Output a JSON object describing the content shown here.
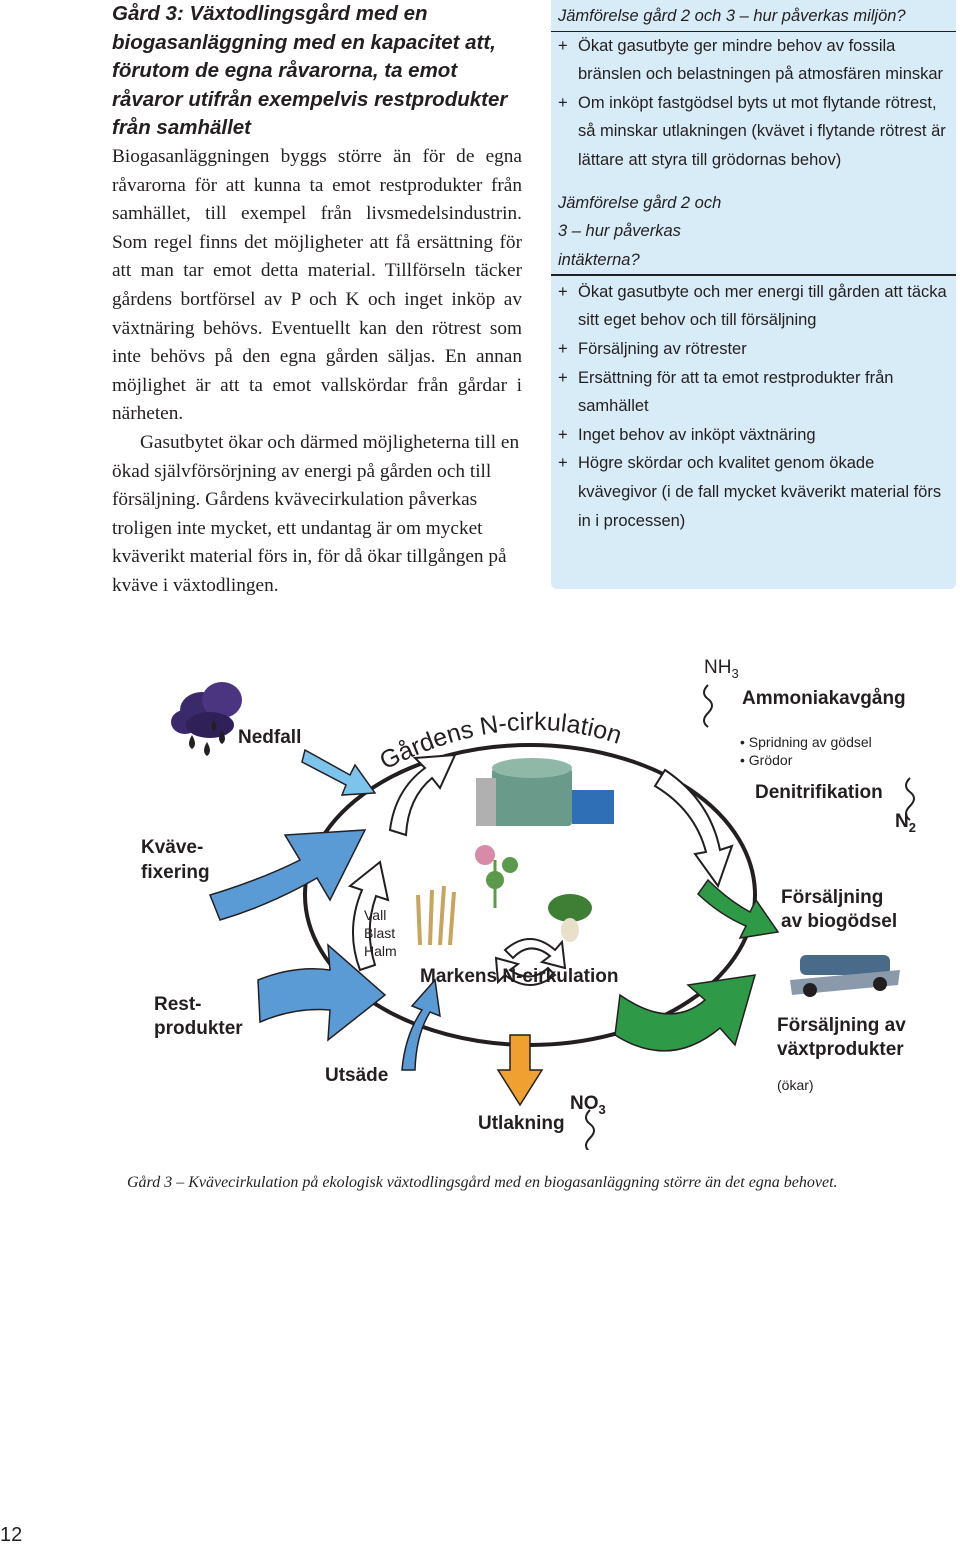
{
  "left_column": {
    "heading": "Gård 3: Växtodlingsgård med en biogasanläggning med en kapacitet att, förutom de egna råvarorna, ta emot råvaror utifrån exempelvis restprodukter från samhället",
    "paragraph1": "Biogasanläggningen byggs större än för de egna råvarorna för att kunna ta emot restprodukter från samhället, till exempel från livsmedelsindustrin. Som regel finns det möjligheter att få ersättning för att man tar emot detta material. Tillförseln täcker gårdens bortförsel av P och K och inget inköp av växtnäring behövs. Eventuellt kan den rötrest som inte behövs på den egna gården säljas. En annan möjlighet är att ta emot vallskördar från gårdar i närheten.",
    "paragraph2": "Gasutbytet ökar och därmed möjligheterna till en ökad självförsörjning av energi på gården och till försäljning. Gårdens kvävecirkulation påverkas troligen inte mycket, ett undantag är om mycket kväverikt material förs in, för då ökar tillgången på kväve i växtodlingen."
  },
  "infobox": {
    "section1_heading": "Jämförelse gård 2 och 3 – hur påverkas miljön?",
    "section1_items": [
      "Ökat gasutbyte ger mindre behov av fossila bränslen och belastningen på atmosfären minskar",
      "Om inköpt fastgödsel byts ut mot flytande rötrest, så minskar utlakningen (kvävet i flytande rötrest är lättare att styra till grödornas behov)"
    ],
    "section2_heading": "Jämförelse gård 2 och 3 – hur påverkas intäkterna?",
    "section2_items": [
      "Ökat gasutbyte och mer energi till gården att täcka sitt eget behov och till försäljning",
      "Försäljning av rötrester",
      "Ersättning för att ta emot restprodukter från samhället",
      "Inget behov av inköpt växtnäring",
      "Högre skördar och kvalitet genom ökade kvävegivor (i de fall mycket kväverikt material förs in i processen)"
    ],
    "plus_sign": "+"
  },
  "diagram": {
    "title_arc": "Gårdens N-cirkulation",
    "inner_title": "Markens N-cirkulation",
    "nedfall": "Nedfall",
    "kvavefixering_line1": "Kväve-",
    "kvavefixering_line2": "fixering",
    "restprodukter_line1": "Rest-",
    "restprodukter_line2": "produkter",
    "utsade": "Utsäde",
    "utlakning": "Utlakning",
    "no3_main": "NO",
    "no3_sub": "3",
    "nh3_main": "NH",
    "nh3_sub": "3",
    "ammoniak": "Ammoniakavgång",
    "ammoniak_items": [
      "• Spridning av gödsel",
      "• Grödor"
    ],
    "denitrifikation": "Denitrifikation",
    "n2_main": "N",
    "n2_sub": "2",
    "biogodsel_line1": "Försäljning",
    "biogodsel_line2": "av biogödsel",
    "vaxtprodukter_line1": "Försäljning av",
    "vaxtprodukter_line2": "växtprodukter",
    "vaxtprodukter_note": "(ökar)",
    "crops": [
      "Vall",
      "Blast",
      "Halm"
    ],
    "colors": {
      "blue_arrow": "#5b9bd5",
      "light_blue_arrow": "#7cc4ec",
      "orange_arrow": "#f0a030",
      "green_arrow": "#2e9a47",
      "cycle_ring": "#231f20"
    }
  },
  "caption": "Gård 3 – Kvävecirkulation på ekologisk växtodlingsgård med en biogasanläggning större än det egna behovet.",
  "page_number": "12"
}
